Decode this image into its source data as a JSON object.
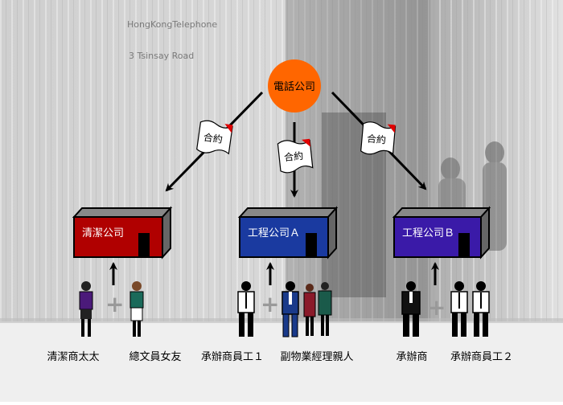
{
  "background": {
    "sign_line1": "HongKongTelephone",
    "sign_line2": "3 Tsinsay Road"
  },
  "hub": {
    "label": "電話公司",
    "color": "#ff6600"
  },
  "contract_label": "合約",
  "companies": {
    "cleaning": {
      "label": "清潔公司",
      "color": "#b00000"
    },
    "eng_a": {
      "label": "工程公司Ａ",
      "color": "#1a3aa0"
    },
    "eng_b": {
      "label": "工程公司Ｂ",
      "color": "#3a1aa8"
    }
  },
  "people_labels": {
    "cleaner_wife": "清潔商太太",
    "clerk_gf": "總文員女友",
    "sub_worker_1": "承辦商員工１",
    "deputy_manager_relatives": "副物業經理親人",
    "contractor": "承辦商",
    "sub_worker_2": "承辦商員工２"
  },
  "plus_symbol": "+",
  "colors": {
    "arrow": "#000000",
    "contract_tab": "#e00000",
    "box_side": "#666666",
    "box_top": "#888888"
  }
}
